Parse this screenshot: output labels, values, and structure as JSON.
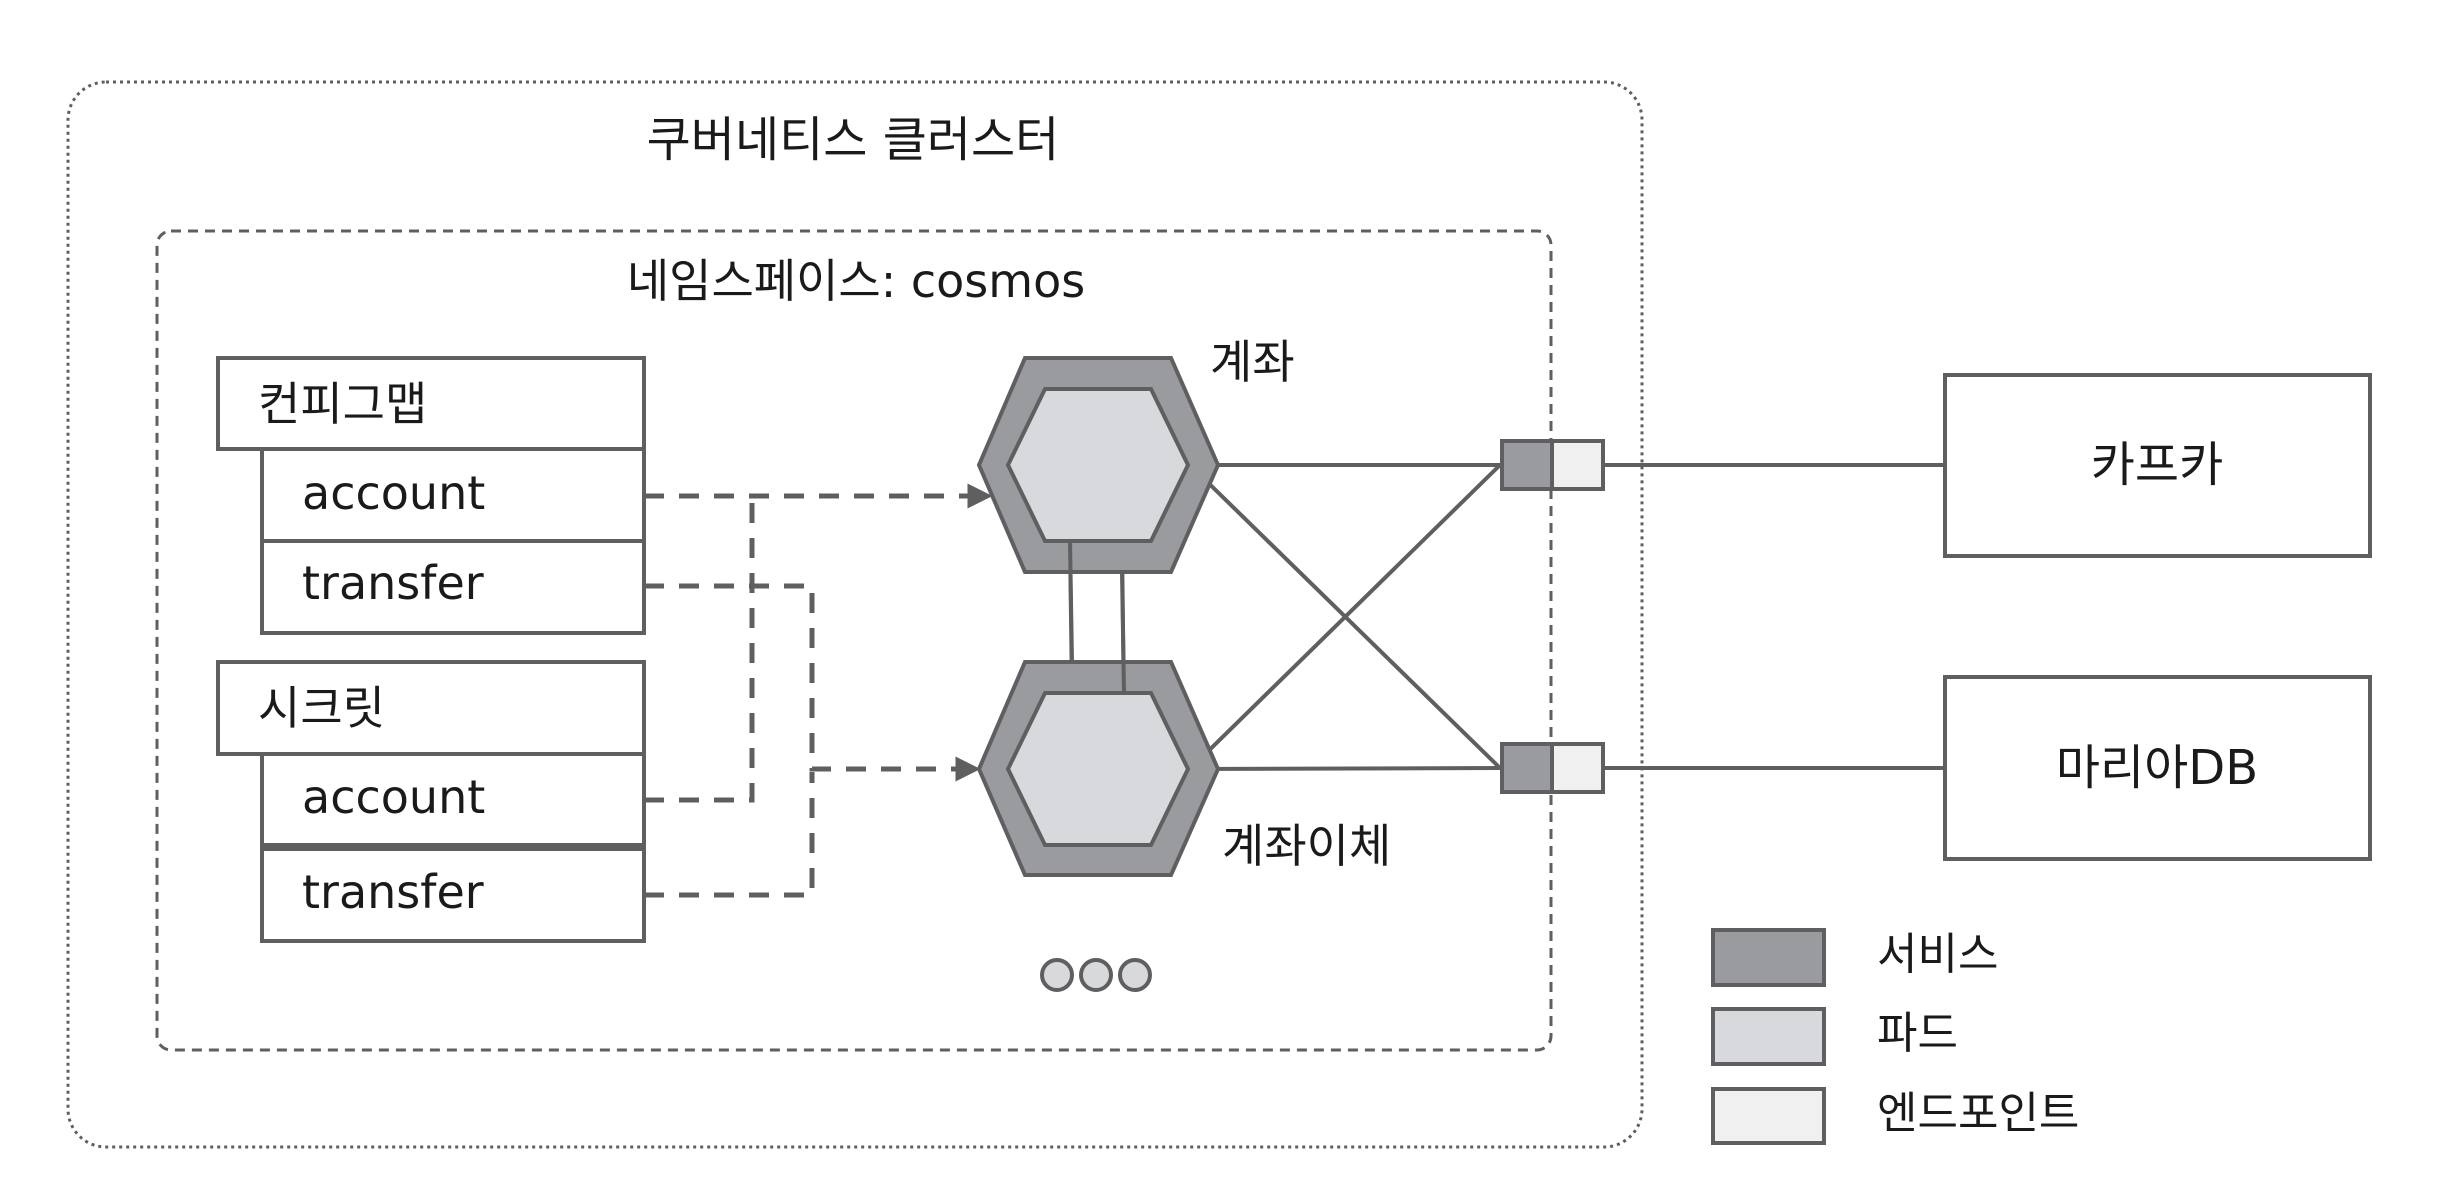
{
  "cluster": {
    "title": "쿠버네티스 클러스터"
  },
  "namespace": {
    "title": "네임스페이스: cosmos"
  },
  "configmap": {
    "title": "컨피그맵",
    "items": [
      "account",
      "transfer"
    ]
  },
  "secret": {
    "title": "시크릿",
    "items": [
      "account",
      "transfer"
    ]
  },
  "services": [
    {
      "label": "계좌"
    },
    {
      "label": "계좌이체"
    }
  ],
  "more_indicator": "ooo",
  "external": [
    {
      "label": "카프카"
    },
    {
      "label": "마리아DB"
    }
  ],
  "legend": [
    {
      "label": "서비스",
      "color": "#9a9b9f"
    },
    {
      "label": "파드",
      "color": "#d8d9dc"
    },
    {
      "label": "엔드포인트",
      "color": "#f0f0f0"
    }
  ],
  "colors": {
    "stroke": "#5f5f61",
    "service": "#9a9b9f",
    "pod": "#d8d9dc",
    "endpoint": "#f0f0f0"
  }
}
